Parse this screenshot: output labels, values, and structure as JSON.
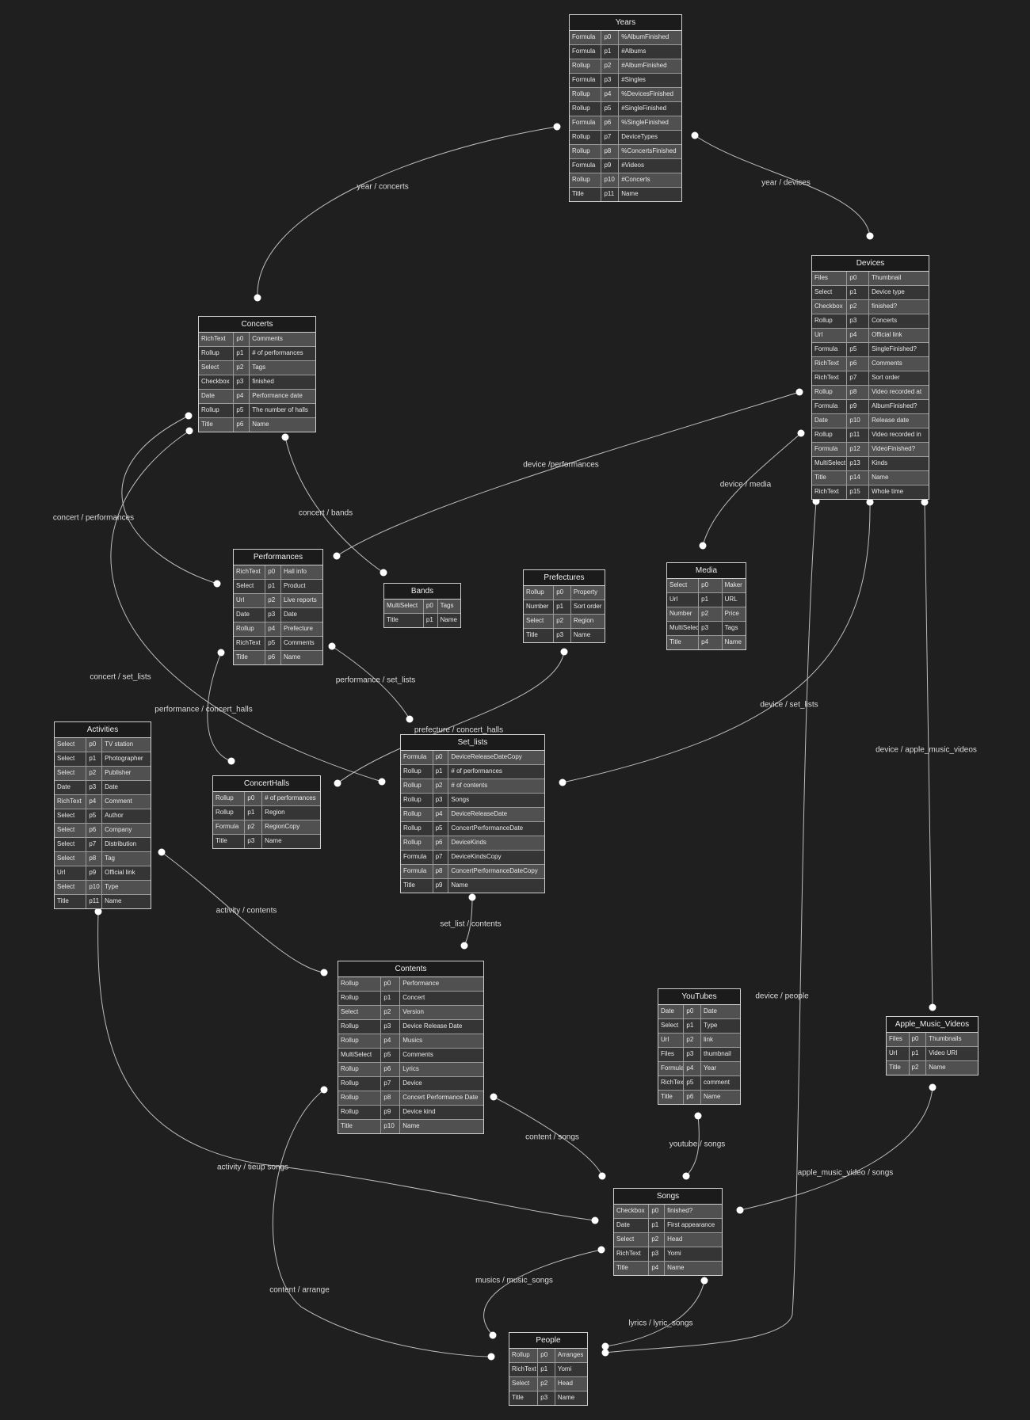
{
  "entities": [
    {
      "id": "years",
      "title": "Years",
      "rows": [
        [
          "Formula",
          "p0",
          "%AlbumFinished"
        ],
        [
          "Formula",
          "p1",
          "#Albums"
        ],
        [
          "Rollup",
          "p2",
          "#AlbumFinished"
        ],
        [
          "Formula",
          "p3",
          "#Singles"
        ],
        [
          "Rollup",
          "p4",
          "%DevicesFinished"
        ],
        [
          "Rollup",
          "p5",
          "#SingleFinished"
        ],
        [
          "Formula",
          "p6",
          "%SingleFinished"
        ],
        [
          "Rollup",
          "p7",
          "DeviceTypes"
        ],
        [
          "Rollup",
          "p8",
          "%ConcertsFinished"
        ],
        [
          "Formula",
          "p9",
          "#Videos"
        ],
        [
          "Rollup",
          "p10",
          "#Concerts"
        ],
        [
          "Title",
          "p11",
          "Name"
        ]
      ]
    },
    {
      "id": "devices",
      "title": "Devices",
      "rows": [
        [
          "Files",
          "p0",
          "Thumbnail"
        ],
        [
          "Select",
          "p1",
          "Device type"
        ],
        [
          "Checkbox",
          "p2",
          "finished?"
        ],
        [
          "Rollup",
          "p3",
          "Concerts"
        ],
        [
          "Url",
          "p4",
          "Official link"
        ],
        [
          "Formula",
          "p5",
          "SingleFinished?"
        ],
        [
          "RichText",
          "p6",
          "Comments"
        ],
        [
          "RichText",
          "p7",
          "Sort order"
        ],
        [
          "Rollup",
          "p8",
          "Video recorded at"
        ],
        [
          "Formula",
          "p9",
          "AlbumFinished?"
        ],
        [
          "Date",
          "p10",
          "Release date"
        ],
        [
          "Rollup",
          "p11",
          "Video recorded in"
        ],
        [
          "Formula",
          "p12",
          "VideoFinished?"
        ],
        [
          "MultiSelect",
          "p13",
          "Kinds"
        ],
        [
          "Title",
          "p14",
          "Name"
        ],
        [
          "RichText",
          "p15",
          "Whole time"
        ]
      ]
    },
    {
      "id": "concerts",
      "title": "Concerts",
      "rows": [
        [
          "RichText",
          "p0",
          "Comments"
        ],
        [
          "Rollup",
          "p1",
          "# of performances"
        ],
        [
          "Select",
          "p2",
          "Tags"
        ],
        [
          "Checkbox",
          "p3",
          "finished"
        ],
        [
          "Date",
          "p4",
          "Performance date"
        ],
        [
          "Rollup",
          "p5",
          "The number of halls"
        ],
        [
          "Title",
          "p6",
          "Name"
        ]
      ]
    },
    {
      "id": "performances",
      "title": "Performances",
      "rows": [
        [
          "RichText",
          "p0",
          "Hall info"
        ],
        [
          "Select",
          "p1",
          "Product"
        ],
        [
          "Url",
          "p2",
          "Live reports"
        ],
        [
          "Date",
          "p3",
          "Date"
        ],
        [
          "Rollup",
          "p4",
          "Prefecture"
        ],
        [
          "RichText",
          "p5",
          "Comments"
        ],
        [
          "Title",
          "p6",
          "Name"
        ]
      ]
    },
    {
      "id": "bands",
      "title": "Bands",
      "rows": [
        [
          "MultiSelect",
          "p0",
          "Tags"
        ],
        [
          "Title",
          "p1",
          "Name"
        ]
      ]
    },
    {
      "id": "prefectures",
      "title": "Prefectures",
      "rows": [
        [
          "Rollup",
          "p0",
          "Property"
        ],
        [
          "Number",
          "p1",
          "Sort order"
        ],
        [
          "Select",
          "p2",
          "Region"
        ],
        [
          "Title",
          "p3",
          "Name"
        ]
      ]
    },
    {
      "id": "media",
      "title": "Media",
      "rows": [
        [
          "Select",
          "p0",
          "Maker"
        ],
        [
          "Url",
          "p1",
          "URL"
        ],
        [
          "Number",
          "p2",
          "Price"
        ],
        [
          "MultiSelect",
          "p3",
          "Tags"
        ],
        [
          "Title",
          "p4",
          "Name"
        ]
      ]
    },
    {
      "id": "activities",
      "title": "Activities",
      "rows": [
        [
          "Select",
          "p0",
          "TV station"
        ],
        [
          "Select",
          "p1",
          "Photographer"
        ],
        [
          "Select",
          "p2",
          "Publisher"
        ],
        [
          "Date",
          "p3",
          "Date"
        ],
        [
          "RichText",
          "p4",
          "Comment"
        ],
        [
          "Select",
          "p5",
          "Author"
        ],
        [
          "Select",
          "p6",
          "Company"
        ],
        [
          "Select",
          "p7",
          "Distribution"
        ],
        [
          "Select",
          "p8",
          "Tag"
        ],
        [
          "Url",
          "p9",
          "Official link"
        ],
        [
          "Select",
          "p10",
          "Type"
        ],
        [
          "Title",
          "p11",
          "Name"
        ]
      ]
    },
    {
      "id": "concerthalls",
      "title": "ConcertHalls",
      "rows": [
        [
          "Rollup",
          "p0",
          "# of performances"
        ],
        [
          "Rollup",
          "p1",
          "Region"
        ],
        [
          "Formula",
          "p2",
          "RegionCopy"
        ],
        [
          "Title",
          "p3",
          "Name"
        ]
      ]
    },
    {
      "id": "setlists",
      "title": "Set_lists",
      "rows": [
        [
          "Formula",
          "p0",
          "DeviceReleaseDateCopy"
        ],
        [
          "Rollup",
          "p1",
          "# of performances"
        ],
        [
          "Rollup",
          "p2",
          "# of contents"
        ],
        [
          "Rollup",
          "p3",
          "Songs"
        ],
        [
          "Rollup",
          "p4",
          "DeviceReleaseDate"
        ],
        [
          "Rollup",
          "p5",
          "ConcertPerformanceDate"
        ],
        [
          "Rollup",
          "p6",
          "DeviceKinds"
        ],
        [
          "Formula",
          "p7",
          "DeviceKindsCopy"
        ],
        [
          "Formula",
          "p8",
          "ConcertPerformanceDateCopy"
        ],
        [
          "Title",
          "p9",
          "Name"
        ]
      ]
    },
    {
      "id": "contents",
      "title": "Contents",
      "rows": [
        [
          "Rollup",
          "p0",
          "Performance"
        ],
        [
          "Rollup",
          "p1",
          "Concert"
        ],
        [
          "Select",
          "p2",
          "Version"
        ],
        [
          "Rollup",
          "p3",
          "Device Release Date"
        ],
        [
          "Rollup",
          "p4",
          "Musics"
        ],
        [
          "MultiSelect",
          "p5",
          "Comments"
        ],
        [
          "Rollup",
          "p6",
          "Lyrics"
        ],
        [
          "Rollup",
          "p7",
          "Device"
        ],
        [
          "Rollup",
          "p8",
          "Concert Performance Date"
        ],
        [
          "Rollup",
          "p9",
          "Device kind"
        ],
        [
          "Title",
          "p10",
          "Name"
        ]
      ]
    },
    {
      "id": "youtubes",
      "title": "YouTubes",
      "rows": [
        [
          "Date",
          "p0",
          "Date"
        ],
        [
          "Select",
          "p1",
          "Type"
        ],
        [
          "Url",
          "p2",
          "link"
        ],
        [
          "Files",
          "p3",
          "thumbnail"
        ],
        [
          "Formula",
          "p4",
          "Year"
        ],
        [
          "RichText",
          "p5",
          "comment"
        ],
        [
          "Title",
          "p6",
          "Name"
        ]
      ]
    },
    {
      "id": "amv",
      "title": "Apple_Music_Videos",
      "rows": [
        [
          "Files",
          "p0",
          "Thumbnails"
        ],
        [
          "Url",
          "p1",
          "Video URI"
        ],
        [
          "Title",
          "p2",
          "Name"
        ]
      ]
    },
    {
      "id": "songs",
      "title": "Songs",
      "rows": [
        [
          "Checkbox",
          "p0",
          "finished?"
        ],
        [
          "Date",
          "p1",
          "First appearance"
        ],
        [
          "Select",
          "p2",
          "Head"
        ],
        [
          "RichText",
          "p3",
          "Yomi"
        ],
        [
          "Title",
          "p4",
          "Name"
        ]
      ]
    },
    {
      "id": "people",
      "title": "People",
      "rows": [
        [
          "Rollup",
          "p0",
          "Arranges"
        ],
        [
          "RichText",
          "p1",
          "Yomi"
        ],
        [
          "Select",
          "p2",
          "Head"
        ],
        [
          "Title",
          "p3",
          "Name"
        ]
      ]
    }
  ],
  "relations": [
    {
      "id": "year-concerts",
      "label": "year / concerts"
    },
    {
      "id": "year-devices",
      "label": "year / devices"
    },
    {
      "id": "device-performances",
      "label": "device /performances"
    },
    {
      "id": "device-media",
      "label": "device / media"
    },
    {
      "id": "concert-performances",
      "label": "concert / performances"
    },
    {
      "id": "concert-bands",
      "label": "concert / bands"
    },
    {
      "id": "concert-setlists",
      "label": "concert / set_lists"
    },
    {
      "id": "performance-setlists",
      "label": "performance / set_lists"
    },
    {
      "id": "performance-concerthalls",
      "label": "performance / concert_halls"
    },
    {
      "id": "prefecture-concerthalls",
      "label": "prefecture / concert_halls"
    },
    {
      "id": "device-setlists",
      "label": "device / set_lists"
    },
    {
      "id": "device-amv",
      "label": "device / apple_music_videos"
    },
    {
      "id": "activity-contents",
      "label": "activity / contents"
    },
    {
      "id": "setlist-contents",
      "label": "set_list / contents"
    },
    {
      "id": "device-people",
      "label": "device / people"
    },
    {
      "id": "content-songs",
      "label": "content / songs"
    },
    {
      "id": "youtube-songs",
      "label": "youtube / songs"
    },
    {
      "id": "activity-tieup",
      "label": "activity / tieup songs"
    },
    {
      "id": "amv-songs",
      "label": "apple_music_video / songs"
    },
    {
      "id": "content-arrange",
      "label": "content / arrange"
    },
    {
      "id": "musics-music-songs",
      "label": "musics / music_songs"
    },
    {
      "id": "lyrics-lyric-songs",
      "label": "lyrics / lyric_songs"
    }
  ]
}
